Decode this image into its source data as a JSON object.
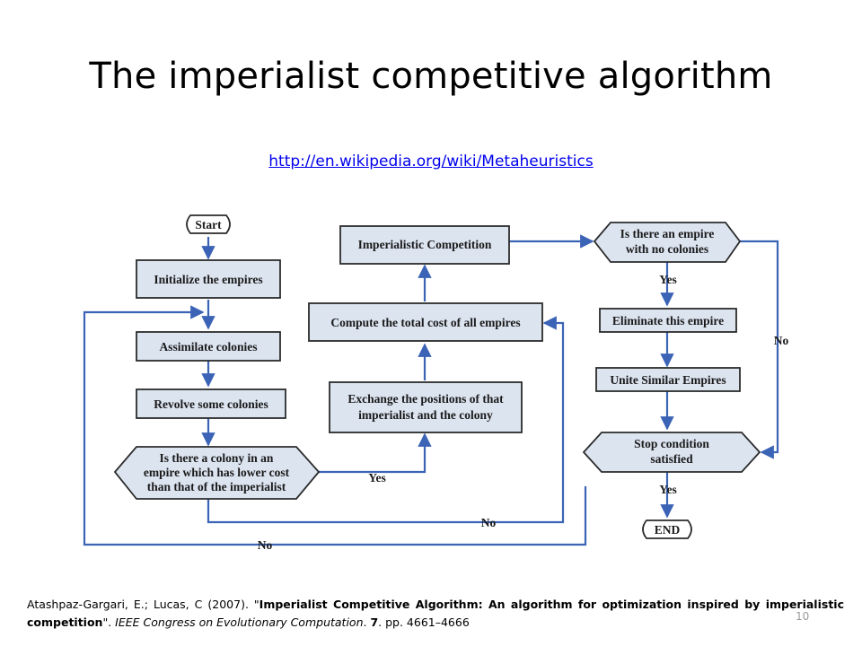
{
  "slide": {
    "title": "The imperialist competitive algorithm",
    "link": "http://en.wikipedia.org/wiki/Metaheuristics",
    "page_number": "10"
  },
  "flowchart": {
    "start": "Start",
    "init": "Initialize the empires",
    "assimilate": "Assimilate colonies",
    "revolve": "Revolve some colonies",
    "cond_colony": [
      "Is there a colony in an",
      "empire which has lower cost",
      "than that of the imperialist"
    ],
    "exchange": [
      "Exchange the positions of that",
      "imperialist and the colony"
    ],
    "compute": "Compute the total cost of all empires",
    "competition": "Imperialistic Competition",
    "cond_empire": [
      "Is there an empire",
      "with no colonies"
    ],
    "eliminate": "Eliminate this empire",
    "unite": "Unite Similar Empires",
    "cond_stop": [
      "Stop condition",
      "satisfied"
    ],
    "end": "END",
    "labels": {
      "yes_exchange": "Yes",
      "no_compute": "No",
      "no_loop": "No",
      "yes_eliminate": "Yes",
      "no_stop": "No",
      "yes_end": "Yes"
    }
  },
  "citation": {
    "authors": "Atashpaz-Gargari, E.; Lucas, C (2007). \"",
    "paper": "Imperialist Competitive Algorithm: An algorithm for optimization inspired by imperialistic competition",
    "after_paper": "\". ",
    "venue": "IEEE Congress on Evolutionary Computation",
    "sep": ". ",
    "volume": "7",
    "pages": ". pp. 4661–4666"
  },
  "colors": {
    "box_fill": "#dce4f0",
    "border": "#2b2b2b",
    "arrow": "#3b63b6",
    "link": "#0000ee"
  }
}
